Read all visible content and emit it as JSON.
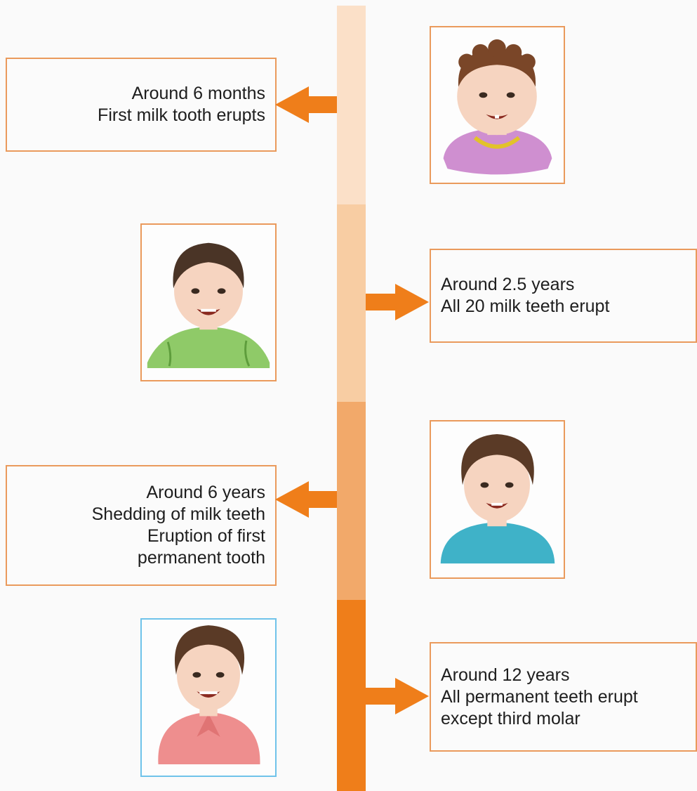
{
  "colors": {
    "arrow": "#ef7e1a",
    "box_border": "#ea9a5c",
    "last_picture_border": "#6fc3ea"
  },
  "stages": [
    {
      "lines": [
        "Around 6 months",
        "First milk tooth erupts"
      ],
      "picture": "baby-face-icon"
    },
    {
      "lines": [
        "Around 2.5 years",
        "All 20 milk teeth erupt"
      ],
      "picture": "toddler-face-icon"
    },
    {
      "lines": [
        "Around 6 years",
        "Shedding of milk teeth",
        "Eruption of first",
        "permanent tooth"
      ],
      "picture": "child-face-icon"
    },
    {
      "lines": [
        "Around 12 years",
        "All permanent teeth erupt",
        "except third molar"
      ],
      "picture": "boy-face-icon"
    }
  ]
}
